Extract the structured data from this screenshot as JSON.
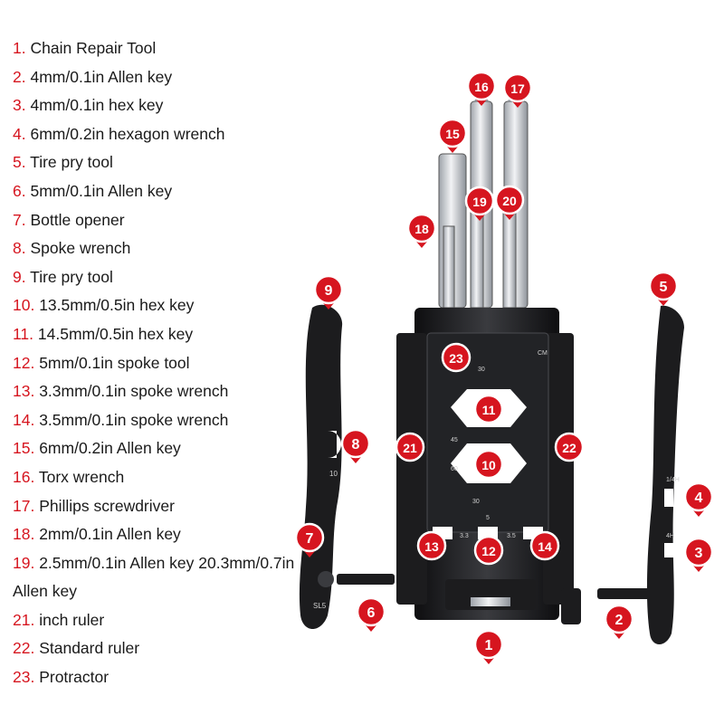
{
  "legend": [
    {
      "num": "1.",
      "text": "Chain Repair Tool"
    },
    {
      "num": "2.",
      "text": "4mm/0.1in Allen key"
    },
    {
      "num": "3.",
      "text": "4mm/0.1in hex key"
    },
    {
      "num": "4.",
      "text": "6mm/0.2in hexagon wrench"
    },
    {
      "num": "5.",
      "text": "Tire pry tool"
    },
    {
      "num": "6.",
      "text": "5mm/0.1in Allen key"
    },
    {
      "num": "7.",
      "text": "Bottle opener"
    },
    {
      "num": "8.",
      "text": "Spoke wrench"
    },
    {
      "num": "9.",
      "text": "Tire pry tool"
    },
    {
      "num": "10.",
      "text": "13.5mm/0.5in hex key"
    },
    {
      "num": "11.",
      "text": "14.5mm/0.5in hex key"
    },
    {
      "num": "12.",
      "text": "5mm/0.1in spoke tool"
    },
    {
      "num": "13.",
      "text": "3.3mm/0.1in spoke wrench"
    },
    {
      "num": "14.",
      "text": "3.5mm/0.1in spoke wrench"
    },
    {
      "num": "15.",
      "text": "6mm/0.2in Allen key"
    },
    {
      "num": "16.",
      "text": "Torx wrench"
    },
    {
      "num": "17.",
      "text": "Phillips screwdriver"
    },
    {
      "num": "18.",
      "text": "2mm/0.1in Allen key"
    },
    {
      "num": "19.",
      "text": "2.5mm/0.1in Allen key 20.3mm/0.7in"
    },
    {
      "num": "",
      "text": "Allen key"
    },
    {
      "num": "21.",
      "text": "inch ruler"
    },
    {
      "num": "22.",
      "text": "Standard ruler"
    },
    {
      "num": "23.",
      "text": "Protractor"
    }
  ],
  "markers": [
    "1",
    "2",
    "3",
    "4",
    "5",
    "6",
    "7",
    "8",
    "9",
    "10",
    "11",
    "12",
    "13",
    "14",
    "15",
    "16",
    "17",
    "18",
    "19",
    "20",
    "21",
    "22",
    "23"
  ],
  "tool_markings": {
    "sl5": "SL5",
    "n10": "10",
    "n14h": "1/4H",
    "n4h": "4H",
    "cm": "CM",
    "n33": "3.3",
    "n35": "3.5",
    "n5": "5",
    "a30": "30",
    "a45": "45",
    "a60": "60"
  },
  "colors": {
    "marker": "#d6151f",
    "tool": "#1c1c1e",
    "steel": "#c9ccd1",
    "text": "#1a1a1a"
  }
}
